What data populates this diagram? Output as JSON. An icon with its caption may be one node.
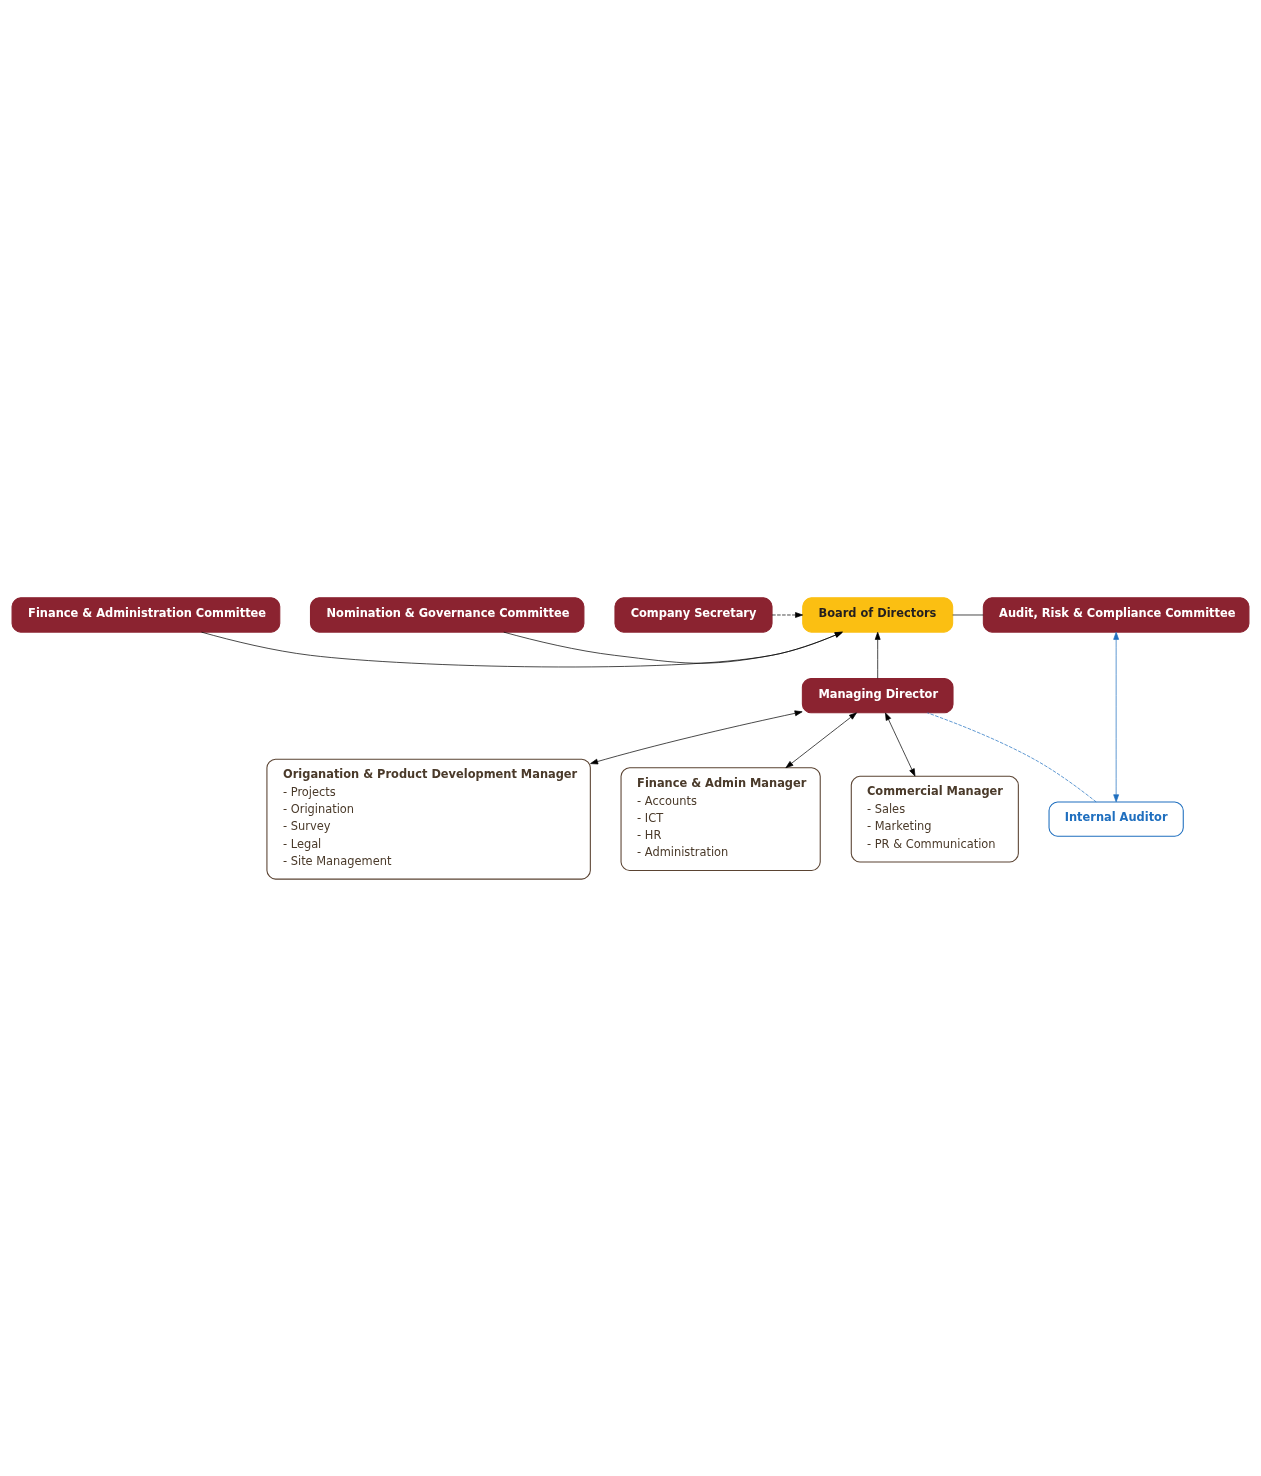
{
  "diagram": {
    "nodes": [
      {
        "text": [
          "Finance & Administration Committee"
        ]
      },
      {
        "text": [
          "Nomination & Governance Committee"
        ]
      },
      {
        "text": [
          "Company Secretary"
        ]
      },
      {
        "text": [
          "Board of Directors"
        ]
      },
      {
        "text": [
          "Audit, Risk & Compliance Committee"
        ]
      },
      {
        "text": [
          "Managing Director"
        ]
      },
      {
        "text": [
          "Origanation & Product Development Manager",
          "- Projects",
          "- Origination",
          "- Survey",
          "- Legal",
          "- Site Management"
        ]
      },
      {
        "text": [
          "Finance & Admin Manager",
          "- Accounts",
          "- ICT",
          "- HR",
          "- Administration"
        ]
      },
      {
        "text": [
          "Commercial Manager",
          "- Sales",
          "- Marketing",
          "- PR & Communication"
        ]
      },
      {
        "text": [
          "Internal Auditor"
        ]
      }
    ],
    "edges": [
      {
        "from": 0,
        "to": 3,
        "arrow": "to"
      },
      {
        "from": 1,
        "to": 3,
        "arrow": "to"
      },
      {
        "from": 2,
        "to": 3,
        "arrow": "to",
        "style": "dashed"
      },
      {
        "from": 3,
        "to": 4,
        "arrow": "none"
      },
      {
        "from": 5,
        "to": 3,
        "arrow": "to"
      },
      {
        "from": 6,
        "to": 5,
        "arrow": "both"
      },
      {
        "from": 7,
        "to": 5,
        "arrow": "both"
      },
      {
        "from": 8,
        "to": 5,
        "arrow": "both"
      },
      {
        "from": 9,
        "to": 5,
        "arrow": "none",
        "style": "dashed",
        "color": "#1f6fbf"
      },
      {
        "from": 9,
        "to": 4,
        "arrow": "both",
        "color": "#1f6fbf"
      }
    ]
  }
}
